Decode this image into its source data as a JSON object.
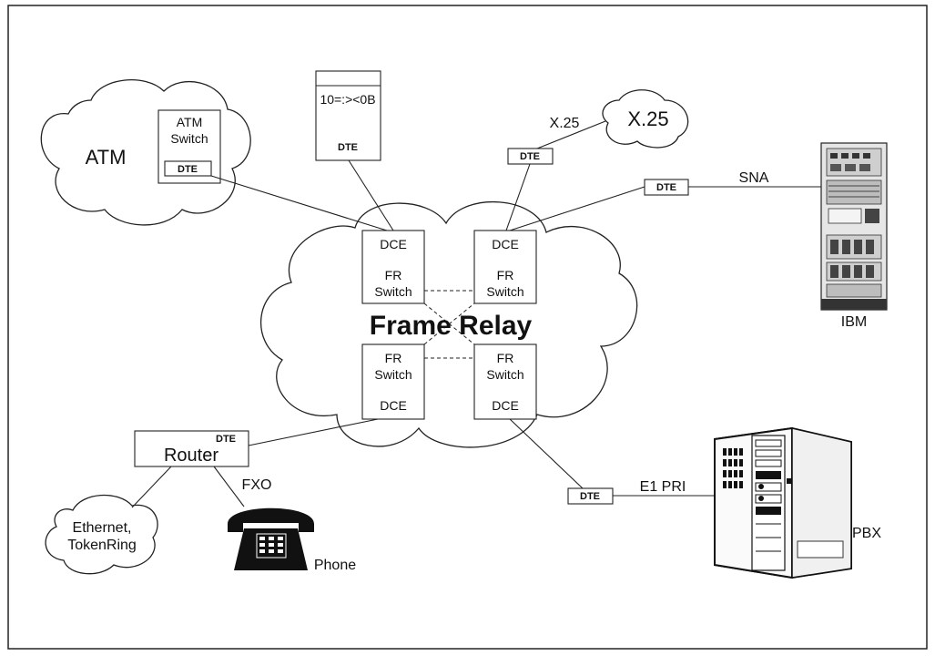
{
  "nodes": {
    "atm_cloud": "ATM",
    "atm_switch": [
      "ATM",
      "Switch"
    ],
    "atm_dte": "DTE",
    "terminal_code": "10=:><0B",
    "terminal_dte": "DTE",
    "x25_cloud": "X.25",
    "x25_label": "X.25",
    "x25_dte": "DTE",
    "sna_dte": "DTE",
    "sna_label": "SNA",
    "ibm_label": "IBM",
    "fr_title": "Frame Relay",
    "fr_switch_tl": [
      "DCE",
      "FR",
      "Switch"
    ],
    "fr_switch_tr": [
      "DCE",
      "FR",
      "Switch"
    ],
    "fr_switch_bl": [
      "FR",
      "Switch",
      "DCE"
    ],
    "fr_switch_br": [
      "FR",
      "Switch",
      "DCE"
    ],
    "router_dte": "DTE",
    "router_label": "Router",
    "fxo_label": "FXO",
    "phone_label": "Phone",
    "ethernet_cloud": [
      "Ethernet,",
      "TokenRing"
    ],
    "pbx_dte": "DTE",
    "e1_label": "E1 PRI",
    "pbx_label": "PBX"
  },
  "icons": [
    "ibm-mainframe-icon",
    "phone-icon",
    "pbx-server-icon"
  ]
}
